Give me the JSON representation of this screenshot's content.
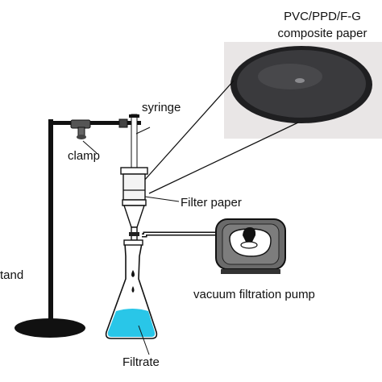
{
  "labels": {
    "photo_title_line1": "PVC/PPD/F-G",
    "photo_title_line2": "composite paper",
    "syringe": "syringe",
    "clamp": "clamp",
    "filter_paper": "Filter paper",
    "stand": "tand",
    "pump": "vacuum filtration pump",
    "filtrate": "Filtrate"
  },
  "colors": {
    "line": "#111111",
    "filtrate": "#29c6e8",
    "photo_bg": "#e9e6e6",
    "paper_dark": "#2b2b2d"
  }
}
